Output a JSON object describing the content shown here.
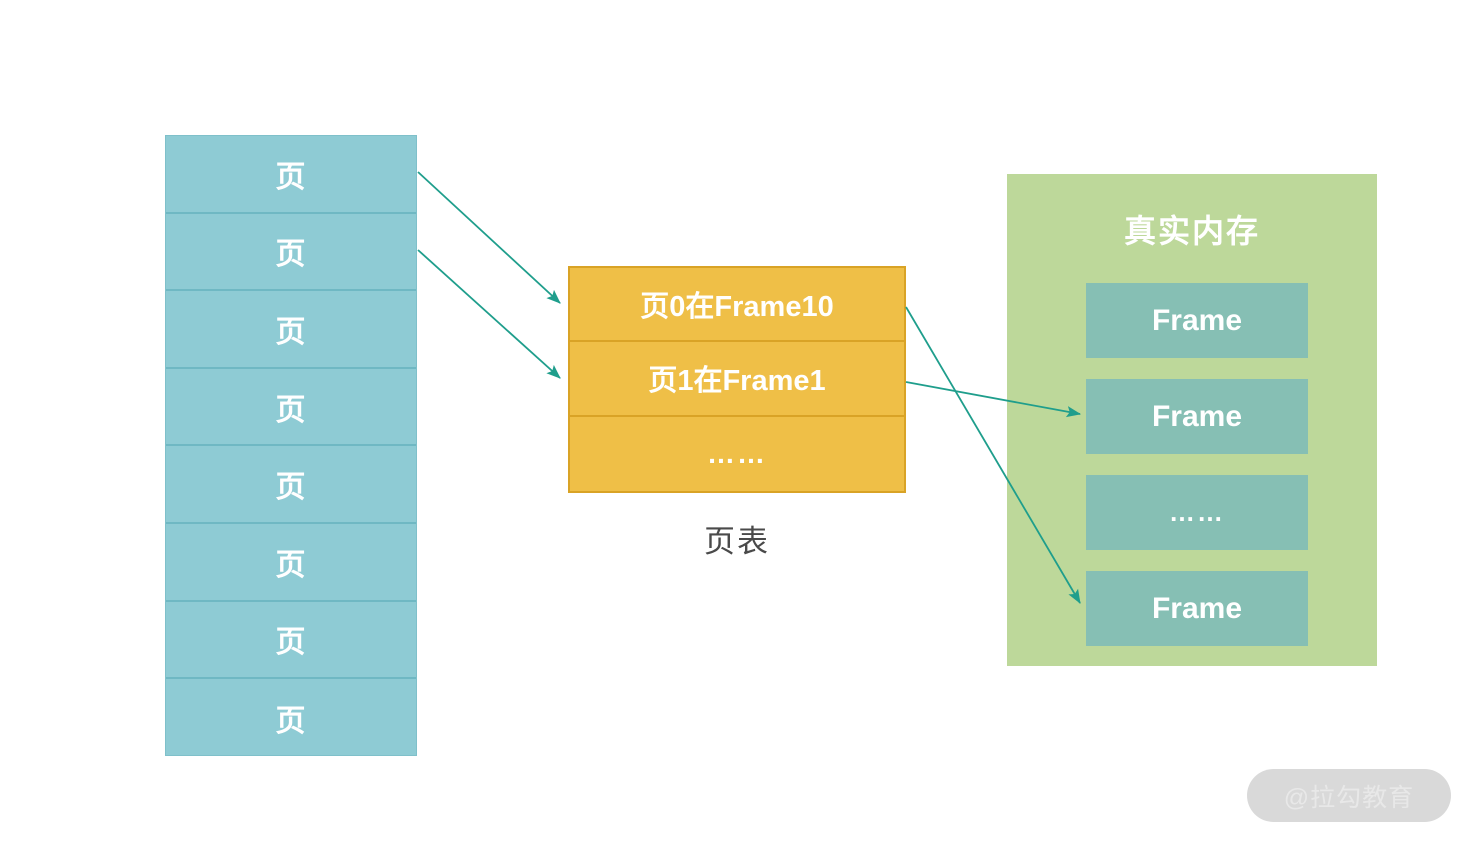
{
  "diagram": {
    "title_label": "页表",
    "colors": {
      "page_fill": "#8ECBD4",
      "page_divider": "#6FB8C3",
      "page_table_fill": "#EFBF47",
      "page_table_border": "#D9A326",
      "memory_panel_fill": "#BDD89A",
      "frame_fill": "#86BFB4",
      "arrow": "#1F9E8C",
      "label_text": "#4A4A4A",
      "box_text": "#FFFFFF",
      "background": "#FFFFFF",
      "watermark_fill": "#D9D9D9"
    },
    "virtual_pages": {
      "name": "virtual-page-column",
      "cells": [
        {
          "label": "页"
        },
        {
          "label": "页"
        },
        {
          "label": "页"
        },
        {
          "label": "页"
        },
        {
          "label": "页"
        },
        {
          "label": "页"
        },
        {
          "label": "页"
        },
        {
          "label": "页"
        }
      ]
    },
    "page_table": {
      "name": "page-table",
      "caption": "页表",
      "rows": [
        {
          "label": "页0在Frame10"
        },
        {
          "label": "页1在Frame1"
        },
        {
          "label": "……"
        }
      ]
    },
    "physical_memory": {
      "name": "physical-memory-panel",
      "title": "真实内存",
      "frames": [
        {
          "label": "Frame"
        },
        {
          "label": "Frame"
        },
        {
          "label": "……"
        },
        {
          "label": "Frame"
        }
      ]
    },
    "arrows": [
      {
        "name": "arrow-page0-to-pagetable-row0",
        "from": "page-cell-0",
        "to": "page-table-row-0"
      },
      {
        "name": "arrow-page1-to-pagetable-row1",
        "from": "page-cell-1",
        "to": "page-table-row-1"
      },
      {
        "name": "arrow-pagetable-row0-to-frame3",
        "from": "page-table-row-0",
        "to": "frame-3"
      },
      {
        "name": "arrow-pagetable-row1-to-frame1",
        "from": "page-table-row-1",
        "to": "frame-1"
      }
    ]
  },
  "watermark": {
    "text": "@拉勾教育"
  }
}
